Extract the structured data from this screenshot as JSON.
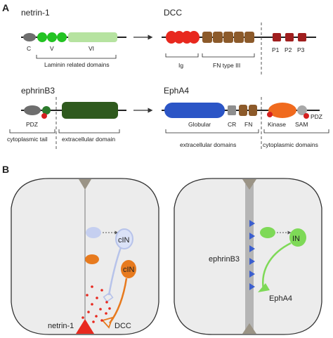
{
  "panels": {
    "a": "A",
    "b": "B"
  },
  "domains": {
    "netrin": {
      "name": "netrin-1",
      "c": "C",
      "v": "V",
      "vi": "VI",
      "group": "Laminin related domains"
    },
    "dcc": {
      "name": "DCC",
      "ig": "Ig",
      "fn": "FN type III",
      "p1": "P1",
      "p2": "P2",
      "p3": "P3"
    },
    "ephrin": {
      "name": "ephrinB3",
      "pdz": "PDZ",
      "cyto": "cytoplasmic tail",
      "extra": "extracellular domain"
    },
    "epha4": {
      "name": "EphA4",
      "globular": "Globular",
      "cr": "CR",
      "fn": "FN",
      "kinase": "Kinase",
      "sam": "SAM",
      "pdz": "PDZ",
      "extra": "extracellular domains",
      "cyto": "cytoplasmic domains"
    }
  },
  "cord_left": {
    "cin1": "cIN",
    "cin2": "cIN",
    "netrin": "netrin-1",
    "dcc": "DCC"
  },
  "cord_right": {
    "in": "IN",
    "ephrin": "ephrinB3",
    "epha4": "EphA4"
  },
  "colors": {
    "netrin_c": "#6e6e6e",
    "netrin_v": "#22c322",
    "netrin_vi": "#b6e3a0",
    "ig": "#e8281e",
    "fn3": "#8c5a2a",
    "p": "#a01e1e",
    "globular": "#2b55c6",
    "cr": "#8e8e8e",
    "kinase": "#f06a1e",
    "sam": "#a8a8a8",
    "pdz_dot": "#d41f1f",
    "cord_fill": "#ececec",
    "cin_light": "#b7c3ea",
    "cin_orange": "#e77a1e",
    "in_green": "#7ed957",
    "ephrin_wall": "#b5b5b5",
    "arrow_blue": "#3a5ecf"
  }
}
